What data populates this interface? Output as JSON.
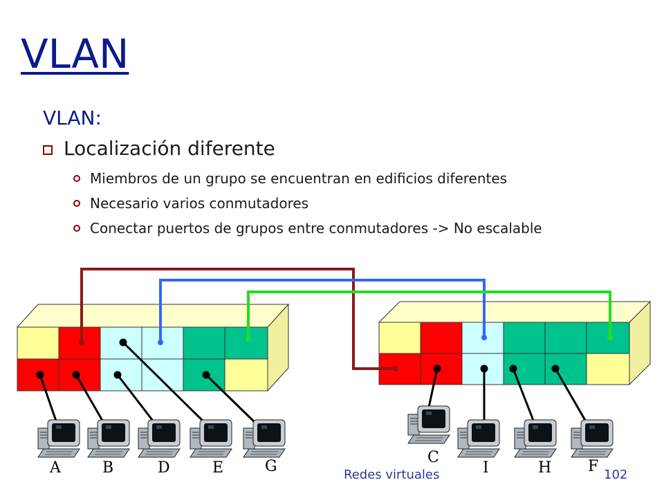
{
  "slide": {
    "title": "VLAN",
    "lead": "VLAN:",
    "bullet": "Localización diferente",
    "sub_bullets": [
      "Miembros de un grupo se encuentran en edificios diferentes",
      "Necesario varios conmutadores",
      "Conectar puertos de grupos entre conmutadores -> No escalable"
    ],
    "footer": "Redes virtuales",
    "page_number": "102"
  },
  "diagram": {
    "pc_labels_left": [
      "A",
      "B",
      "D",
      "E",
      "G"
    ],
    "pc_labels_right": [
      "C",
      "I",
      "H",
      "F"
    ],
    "colors": {
      "yellow": "#ffff99",
      "red": "#ff0000",
      "cyan": "#ccffff",
      "green": "#00c28c",
      "dark_red_link": "#8b1a1a",
      "blue_link": "#3366ff",
      "green_link": "#22dd22",
      "switch_top": "#ffffcc",
      "switch_side": "#f0f0a0"
    }
  }
}
